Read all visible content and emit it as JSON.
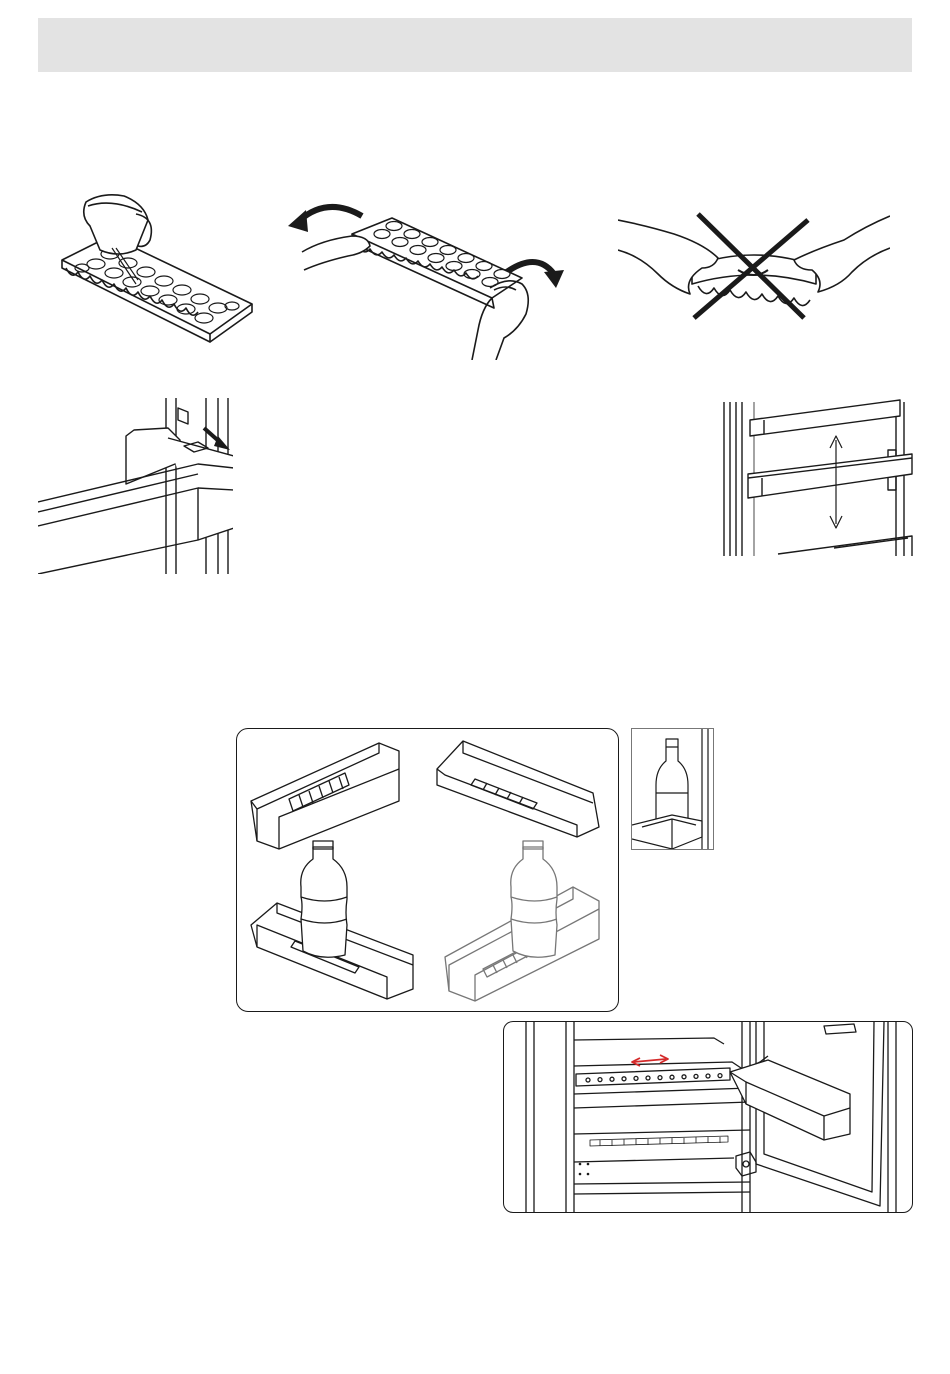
{
  "page": {
    "header_bar_color": "#e3e3e3",
    "line_color": "#1a1a1a",
    "accent_arrow_color": "#d42a2a"
  },
  "figures": [
    {
      "id": "fill-ice-tray",
      "icon": "pitcher-pouring-into-ice-tray"
    },
    {
      "id": "twist-ice-tray",
      "icon": "hands-twisting-ice-tray"
    },
    {
      "id": "do-not-bend-ice-tray",
      "icon": "crossed-out-bending-tray"
    },
    {
      "id": "door-shelf-release",
      "icon": "door-shelf-with-push-arrow"
    },
    {
      "id": "door-shelf-height",
      "icon": "door-shelves-with-vertical-arrow"
    },
    {
      "id": "bottle-shelf-variants",
      "icon": "four-door-bins-with-bottles"
    },
    {
      "id": "bottle-holder-detail",
      "icon": "bottle-in-holder"
    },
    {
      "id": "sliding-shelf-divider",
      "icon": "fridge-interior-with-red-arrow"
    }
  ]
}
